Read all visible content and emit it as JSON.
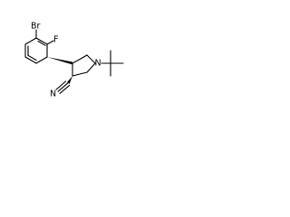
{
  "structure": {
    "atoms": {
      "bromine": "Br",
      "fluorine": "F",
      "ring_nitrogen": "N",
      "nitrile_nitrogen": "N"
    },
    "bond_color": "#000000"
  }
}
